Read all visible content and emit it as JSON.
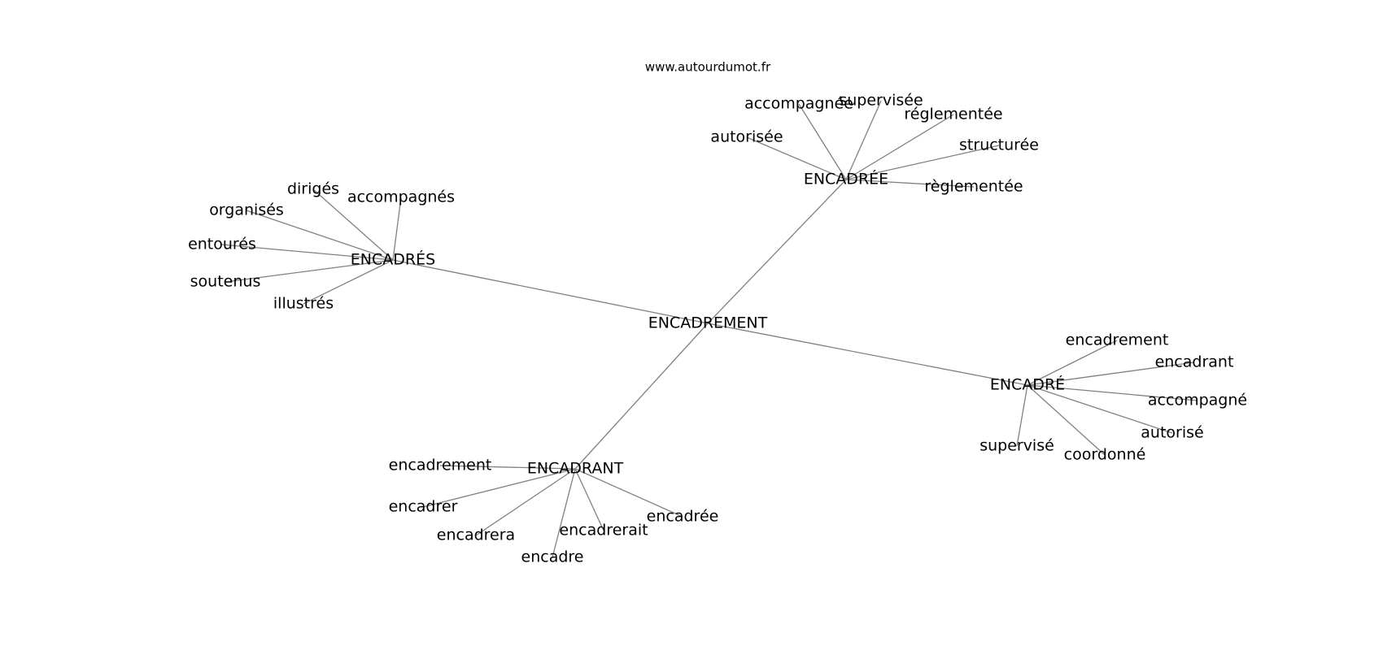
{
  "source": "www.autourdumot.fr",
  "graph": {
    "nodes": [
      {
        "id": "root",
        "label": "ENCADREMENT"
      },
      {
        "id": "hub-encadres",
        "label": "ENCADRÉS"
      },
      {
        "id": "hub-encadree",
        "label": "ENCADRÉE"
      },
      {
        "id": "hub-encadre",
        "label": "ENCADRÉ"
      },
      {
        "id": "hub-encadrant",
        "label": "ENCADRANT"
      },
      {
        "id": "s-diriges",
        "label": "dirigés"
      },
      {
        "id": "s-accompagnes",
        "label": "accompagnés"
      },
      {
        "id": "s-organises",
        "label": "organisés"
      },
      {
        "id": "s-entoures",
        "label": "entourés"
      },
      {
        "id": "s-soutenus",
        "label": "soutenus"
      },
      {
        "id": "s-illustres",
        "label": "illustrés"
      },
      {
        "id": "e-accompagnee",
        "label": "accompagnée"
      },
      {
        "id": "e-supervisee",
        "label": "supervisée"
      },
      {
        "id": "e-reglementee1",
        "label": "réglementée"
      },
      {
        "id": "e-autorisee",
        "label": "autorisée"
      },
      {
        "id": "e-structuree",
        "label": "structurée"
      },
      {
        "id": "e-reglementee2",
        "label": "règlementée"
      },
      {
        "id": "d-encadrement",
        "label": "encadrement"
      },
      {
        "id": "d-encadrant",
        "label": "encadrant"
      },
      {
        "id": "d-accompagne",
        "label": "accompagné"
      },
      {
        "id": "d-autorise",
        "label": "autorisé"
      },
      {
        "id": "d-coordonne",
        "label": "coordonné"
      },
      {
        "id": "d-supervise",
        "label": "supervisé"
      },
      {
        "id": "a-encadrement",
        "label": "encadrement"
      },
      {
        "id": "a-encadrer",
        "label": "encadrer"
      },
      {
        "id": "a-encadrera",
        "label": "encadrera"
      },
      {
        "id": "a-encadre",
        "label": "encadre"
      },
      {
        "id": "a-encadrerait",
        "label": "encadrerait"
      },
      {
        "id": "a-encadree",
        "label": "encadrée"
      }
    ],
    "edges": [
      [
        "root",
        "hub-encadres"
      ],
      [
        "root",
        "hub-encadree"
      ],
      [
        "root",
        "hub-encadre"
      ],
      [
        "root",
        "hub-encadrant"
      ],
      [
        "hub-encadres",
        "s-diriges"
      ],
      [
        "hub-encadres",
        "s-accompagnes"
      ],
      [
        "hub-encadres",
        "s-organises"
      ],
      [
        "hub-encadres",
        "s-entoures"
      ],
      [
        "hub-encadres",
        "s-soutenus"
      ],
      [
        "hub-encadres",
        "s-illustres"
      ],
      [
        "hub-encadree",
        "e-accompagnee"
      ],
      [
        "hub-encadree",
        "e-supervisee"
      ],
      [
        "hub-encadree",
        "e-reglementee1"
      ],
      [
        "hub-encadree",
        "e-autorisee"
      ],
      [
        "hub-encadree",
        "e-structuree"
      ],
      [
        "hub-encadree",
        "e-reglementee2"
      ],
      [
        "hub-encadre",
        "d-encadrement"
      ],
      [
        "hub-encadre",
        "d-encadrant"
      ],
      [
        "hub-encadre",
        "d-accompagne"
      ],
      [
        "hub-encadre",
        "d-autorise"
      ],
      [
        "hub-encadre",
        "d-coordonne"
      ],
      [
        "hub-encadre",
        "d-supervise"
      ],
      [
        "hub-encadrant",
        "a-encadrement"
      ],
      [
        "hub-encadrant",
        "a-encadrer"
      ],
      [
        "hub-encadrant",
        "a-encadrera"
      ],
      [
        "hub-encadrant",
        "a-encadre"
      ],
      [
        "hub-encadrant",
        "a-encadrerait"
      ],
      [
        "hub-encadrant",
        "a-encadree"
      ]
    ]
  }
}
